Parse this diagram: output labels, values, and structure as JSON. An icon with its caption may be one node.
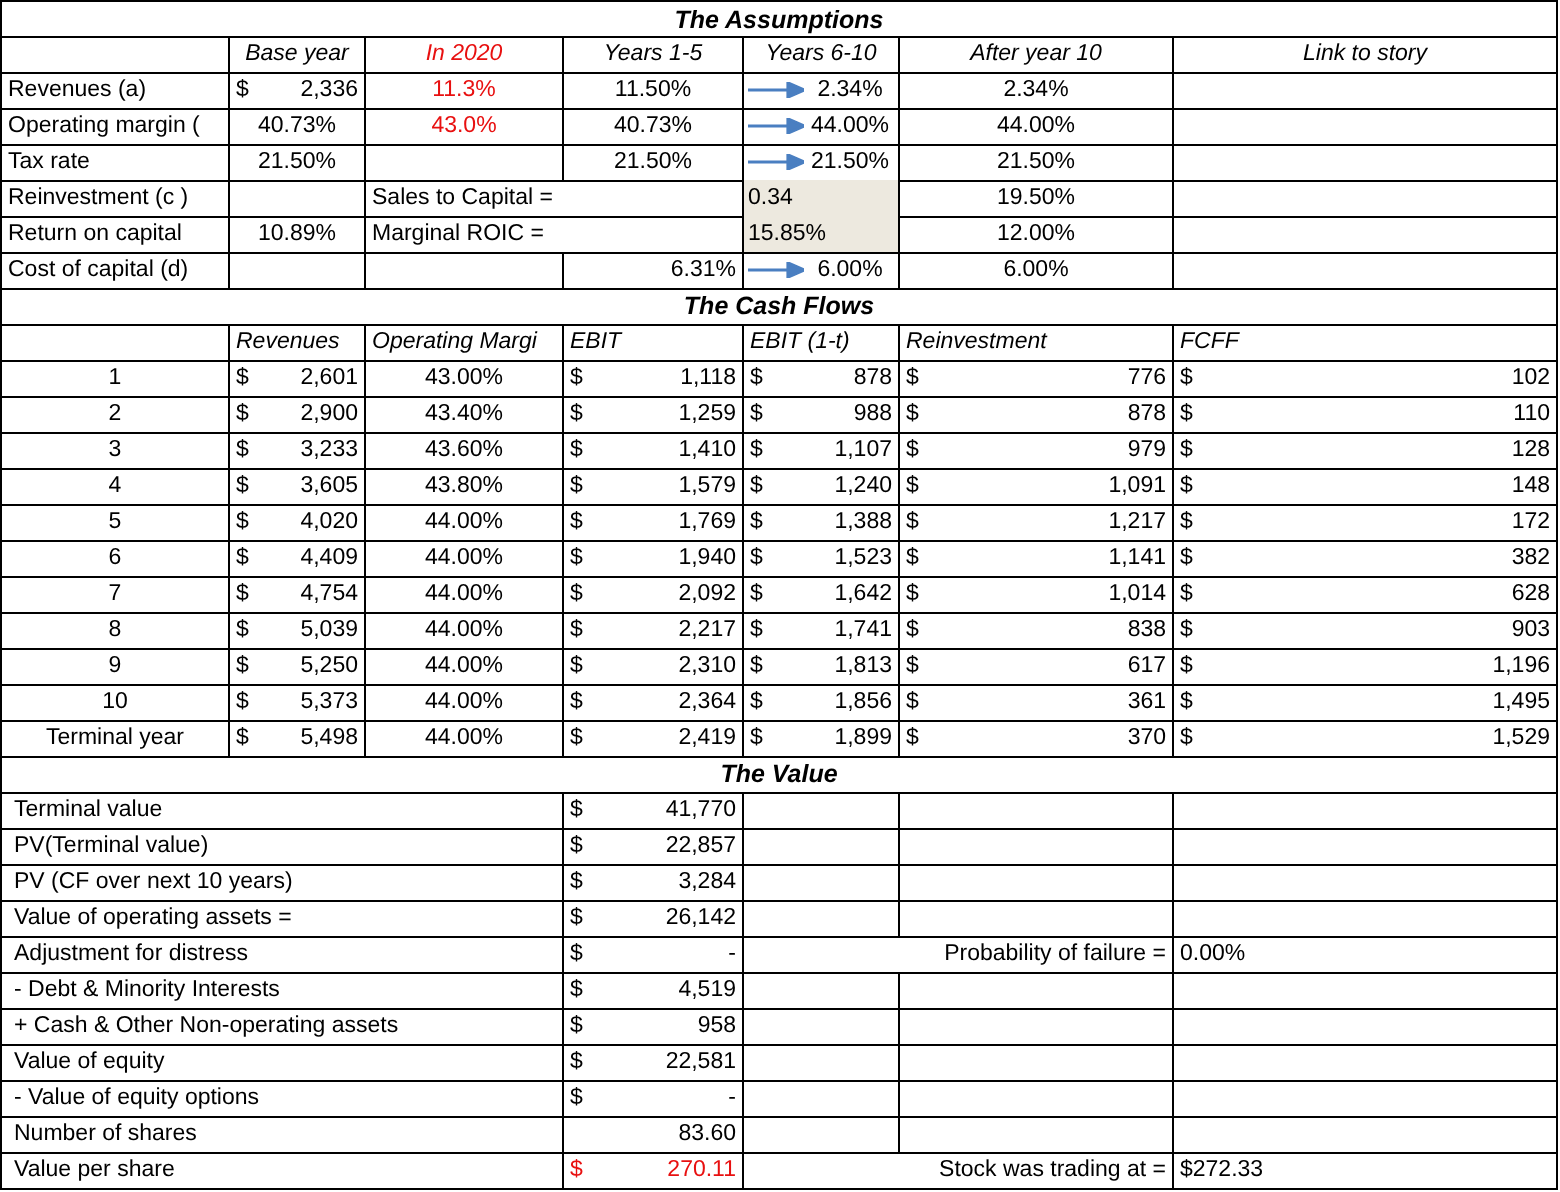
{
  "diagram": {
    "labels": [
      "The Assumptions",
      "Base year",
      "In 2020",
      "Years 1-5",
      "Years 6-10",
      "After year 10",
      "Link to story",
      "Revenues (a)",
      "$",
      "2,336",
      "11.3%",
      "11.50%",
      "2.34%",
      "2.34%",
      "Operating margin (",
      "40.73%",
      "43.0%",
      "40.73%",
      "44.00%",
      "44.00%",
      "Tax rate",
      "21.50%",
      "21.50%",
      "21.50%",
      "21.50%",
      "Reinvestment (c )",
      "Sales to Capital =",
      "0.34",
      "19.50%",
      "Return on capital",
      "10.89%",
      "Marginal ROIC =",
      "15.85%",
      "12.00%",
      "Cost of capital (d)",
      "6.31%",
      "6.00%",
      "6.00%",
      "The Cash Flows",
      "Revenues",
      "Operating Margi",
      "EBIT",
      "EBIT (1-t)",
      "Reinvestment",
      "FCFF",
      "1",
      "$",
      "2,601",
      "43.00%",
      "$",
      "1,118",
      "$",
      "878",
      "$",
      "776",
      "$",
      "102",
      "2",
      "$",
      "2,900",
      "43.40%",
      "$",
      "1,259",
      "$",
      "988",
      "$",
      "878",
      "$",
      "110",
      "3",
      "$",
      "3,233",
      "43.60%",
      "$",
      "1,410",
      "$",
      "1,107",
      "$",
      "979",
      "$",
      "128",
      "4",
      "$",
      "3,605",
      "43.80%",
      "$",
      "1,579",
      "$",
      "1,240",
      "$",
      "1,091",
      "$",
      "148",
      "5",
      "$",
      "4,020",
      "44.00%",
      "$",
      "1,769",
      "$",
      "1,388",
      "$",
      "1,217",
      "$",
      "172",
      "6",
      "$",
      "4,409",
      "44.00%",
      "$",
      "1,940",
      "$",
      "1,523",
      "$",
      "1,141",
      "$",
      "382",
      "7",
      "$",
      "4,754",
      "44.00%",
      "$",
      "2,092",
      "$",
      "1,642",
      "$",
      "1,014",
      "$",
      "628",
      "8",
      "$",
      "5,039",
      "44.00%",
      "$",
      "2,217",
      "$",
      "1,741",
      "$",
      "838",
      "$",
      "903",
      "9",
      "$",
      "5,250",
      "44.00%",
      "$",
      "2,310",
      "$",
      "1,813",
      "$",
      "617",
      "$",
      "1,196",
      "10",
      "$",
      "5,373",
      "44.00%",
      "$",
      "2,364",
      "$",
      "1,856",
      "$",
      "361",
      "$",
      "1,495",
      "Terminal year",
      "$",
      "5,498",
      "44.00%",
      "$",
      "2,419",
      "$",
      "1,899",
      "$",
      "370",
      "$",
      "1,529",
      "The Value",
      "Terminal value",
      "$",
      "41,770",
      "PV(Terminal value)",
      "$",
      "22,857",
      "PV (CF over next 10 years)",
      "$",
      "3,284",
      "Value of operating assets =",
      "$",
      "26,142",
      "Adjustment for distress",
      "$",
      "-",
      "Probability of failure =",
      "0.00%",
      "- Debt & Minority Interests",
      "$",
      "4,519",
      "+ Cash & Other Non-operating assets",
      "$",
      "958",
      "Value of equity",
      "$",
      "22,581",
      "- Value of equity options",
      "$",
      "-",
      "Number of shares",
      "83.60",
      "Value per share",
      "$",
      "270.11",
      "Stock was trading at =",
      "$272.33"
    ]
  }
}
